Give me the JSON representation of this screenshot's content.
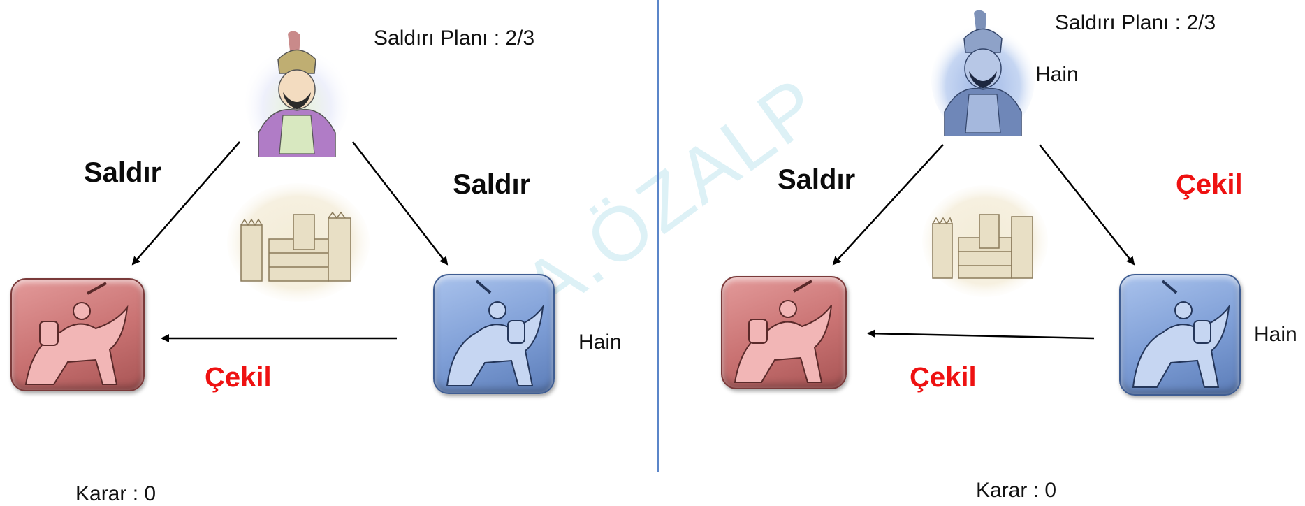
{
  "watermark": "A.ÖZALP",
  "left_panel": {
    "plan_label": "Saldırı Planı : 2/3",
    "message_left": "Saldır",
    "message_right": "Saldır",
    "message_bottom": "Çekil",
    "traitor_label": "Hain",
    "decision_label": "Karar : 0"
  },
  "right_panel": {
    "plan_label": "Saldırı Planı : 2/3",
    "commander_traitor_label": "Hain",
    "message_left": "Saldır",
    "message_right": "Çekil",
    "message_bottom": "Çekil",
    "traitor_label": "Hain",
    "decision_label": "Karar : 0"
  },
  "colors": {
    "red_general": "#c97272",
    "blue_general": "#7e9ed6",
    "message_red": "#ee1111",
    "divider": "#5b86c9"
  }
}
